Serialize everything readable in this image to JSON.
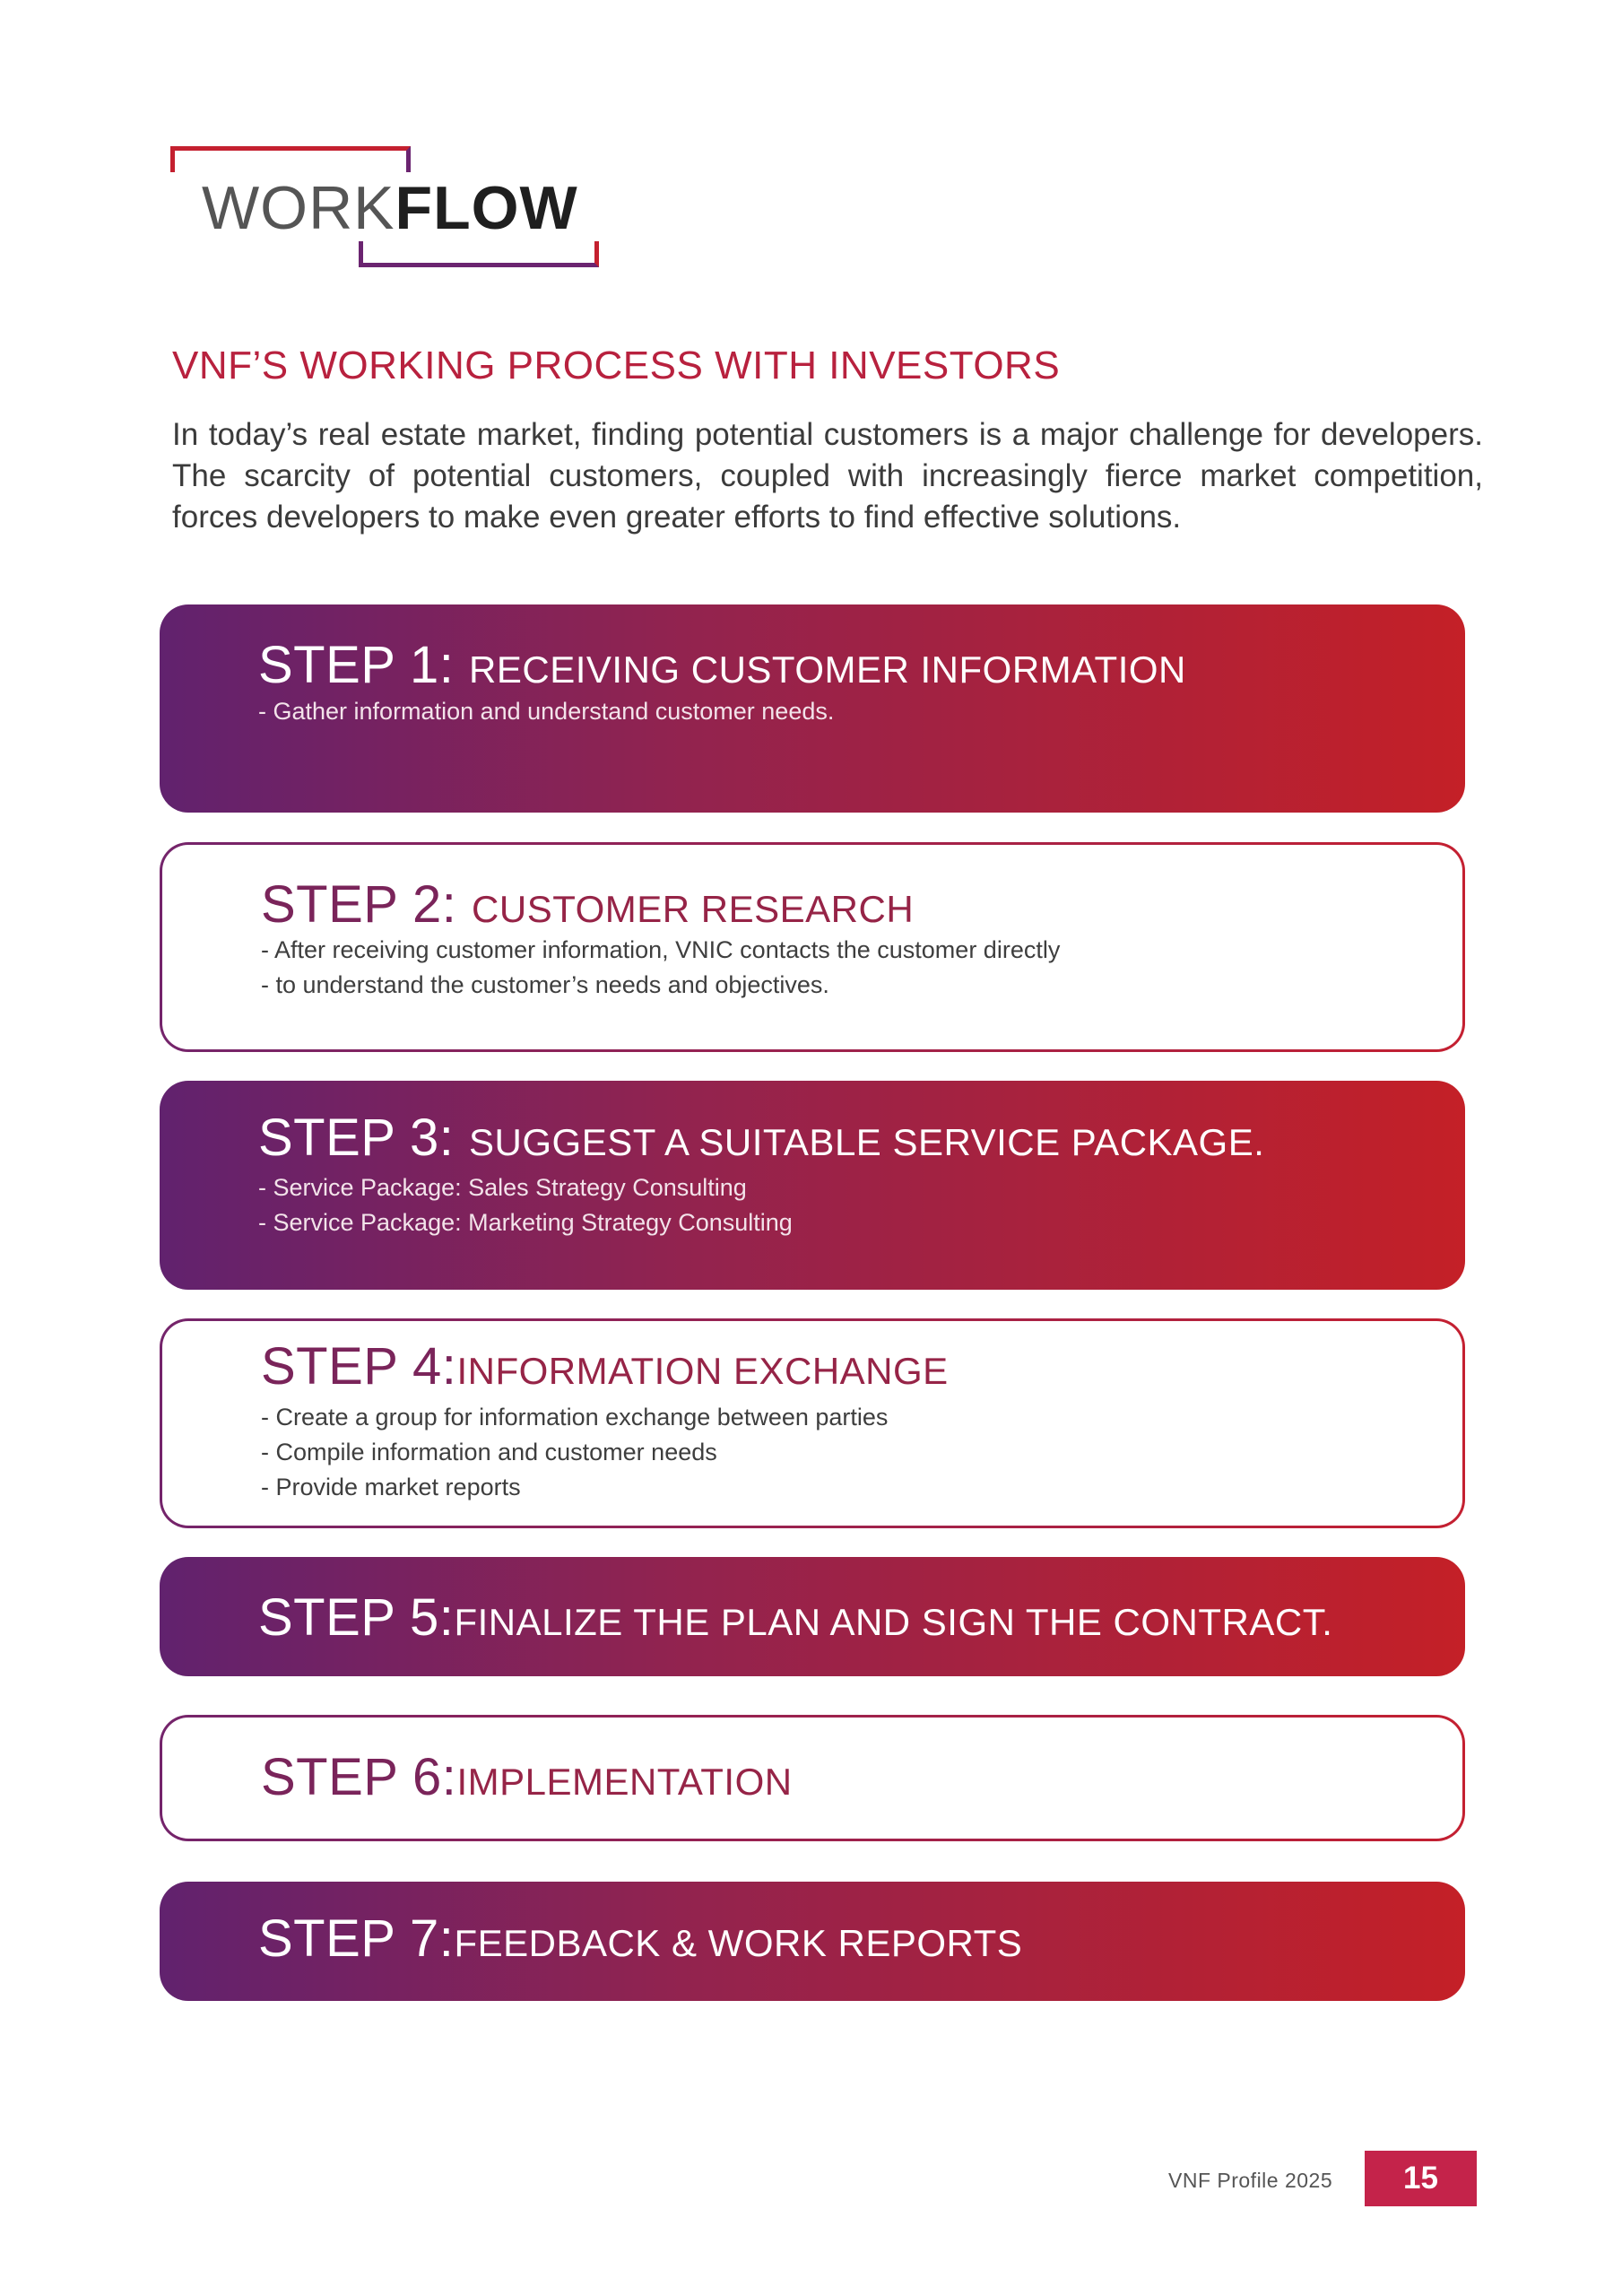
{
  "logo": {
    "light": "WORK",
    "bold": "FLOW"
  },
  "heading": "VNF’S WORKING PROCESS WITH INVESTORS",
  "intro": "In today’s real estate market, finding potential customers is a major challenge for developers. The scarcity of potential customers, coupled with increasingly fierce market competition, forces developers to make even greater efforts to find effective solutions.",
  "steps": [
    {
      "num": "STEP 1: ",
      "title": "RECEIVING CUSTOMER INFORMATION",
      "lines": [
        "- Gather information and understand customer needs."
      ]
    },
    {
      "num": "STEP 2: ",
      "title": "CUSTOMER RESEARCH",
      "lines": [
        "- After receiving customer information, VNIC contacts the customer directly",
        "- to understand the customer’s needs and objectives."
      ]
    },
    {
      "num": "STEP 3: ",
      "title": "SUGGEST A SUITABLE SERVICE PACKAGE.",
      "lines": [
        "- Service Package: Sales Strategy Consulting",
        "- Service Package: Marketing Strategy Consulting"
      ]
    },
    {
      "num": "STEP 4:",
      "title": "INFORMATION EXCHANGE",
      "lines": [
        "- Create a group for information exchange between parties",
        "- Compile information and customer needs",
        "- Provide market reports"
      ]
    },
    {
      "num": "STEP 5:",
      "title": "FINALIZE THE PLAN AND SIGN THE CONTRACT.",
      "lines": []
    },
    {
      "num": "STEP 6:",
      "title": "IMPLEMENTATION",
      "lines": []
    },
    {
      "num": "STEP 7:",
      "title": "FEEDBACK & WORK REPORTS",
      "lines": []
    }
  ],
  "footer": {
    "label": "VNF Profile 2025",
    "page": "15"
  }
}
